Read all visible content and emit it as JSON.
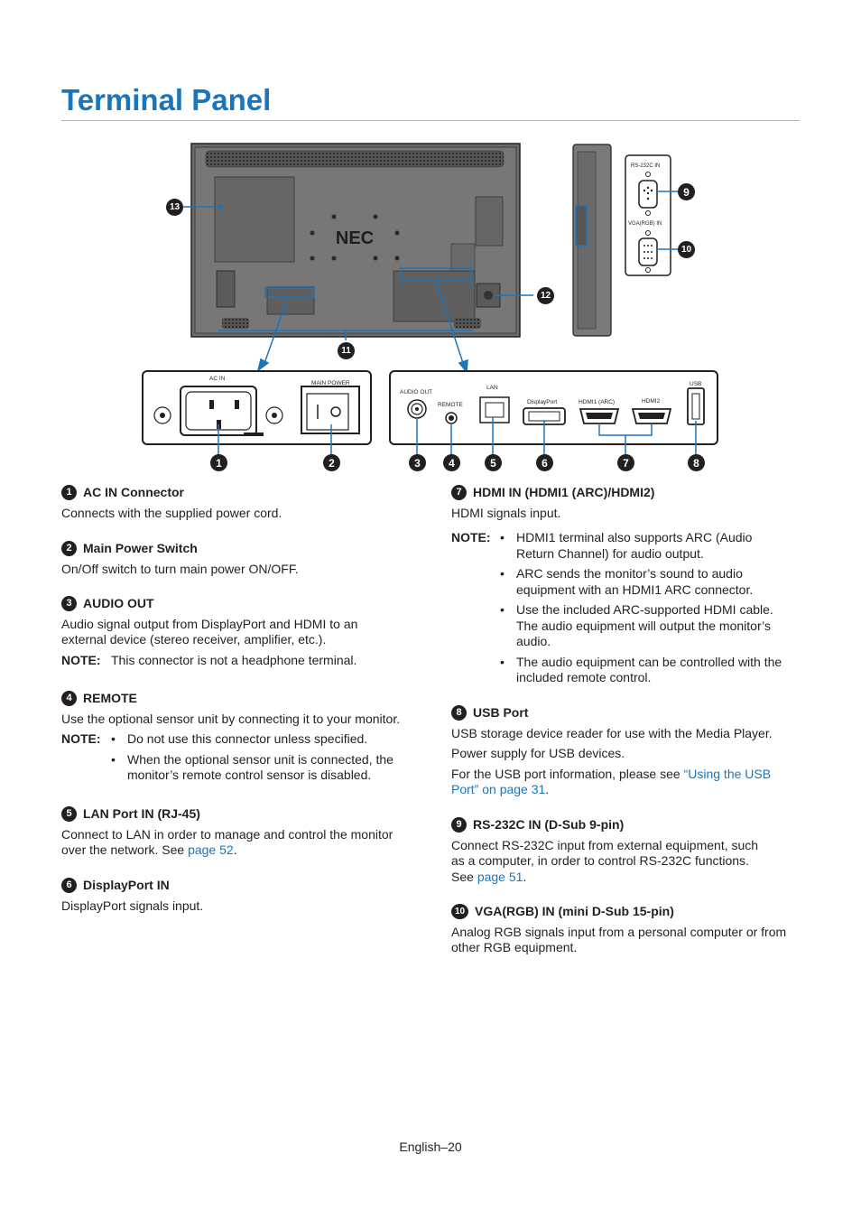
{
  "page": {
    "title": "Terminal Panel",
    "footer": "English–20"
  },
  "diagram": {
    "panel_labels": {
      "ac_in": "AC IN",
      "main_power": "MAIN POWER",
      "audio_out": "AUDIO OUT",
      "remote": "REMOTE",
      "lan": "LAN",
      "displayport": "DisplayPort",
      "hdmi1": "HDMI1 (ARC)",
      "hdmi2": "HDMI2",
      "usb": "USB",
      "rs232c": "RS-232C IN",
      "vga": "VGA(RGB) IN",
      "brand": "NEC"
    },
    "markers": [
      "1",
      "2",
      "3",
      "4",
      "5",
      "6",
      "7",
      "8",
      "9",
      "10",
      "11",
      "12",
      "13"
    ]
  },
  "sections": {
    "s1": {
      "num": "1",
      "title": "AC IN Connector",
      "body": "Connects with the supplied power cord."
    },
    "s2": {
      "num": "2",
      "title": "Main Power Switch",
      "body": "On/Off switch to turn main power ON/OFF."
    },
    "s3": {
      "num": "3",
      "title": "AUDIO OUT",
      "body": "Audio signal output from DisplayPort and HDMI to an external device (stereo receiver, amplifier, etc.).",
      "note_label": "NOTE:",
      "note": "This connector is not a headphone terminal."
    },
    "s4": {
      "num": "4",
      "title": "REMOTE",
      "body": "Use the optional sensor unit by connecting it to your monitor.",
      "note_label": "NOTE:",
      "bullets": [
        "Do not use this connector unless specified.",
        "When the optional sensor unit is connected, the monitor’s remote control sensor is disabled."
      ]
    },
    "s5": {
      "num": "5",
      "title": "LAN Port IN (RJ-45)",
      "body": "Connect to LAN in order to manage and control the monitor over the network. See ",
      "link": "page 52",
      "tail": "."
    },
    "s6": {
      "num": "6",
      "title": "DisplayPort IN",
      "body": "DisplayPort signals input."
    },
    "s7": {
      "num": "7",
      "title": "HDMI IN (HDMI1 (ARC)/HDMI2)",
      "body": "HDMI signals input.",
      "note_label": "NOTE:",
      "bullets": [
        "HDMI1 terminal also supports ARC (Audio Return Channel) for audio output.",
        "ARC sends the monitor’s sound to audio equipment with an HDMI1 ARC connector.",
        "Use the included ARC-supported HDMI cable. The audio equipment will output the monitor’s audio.",
        "The audio equipment can be controlled with the included remote control."
      ]
    },
    "s8": {
      "num": "8",
      "title": "USB Port",
      "body1": "USB storage device reader for use with the Media Player.",
      "body2": "Power supply for USB devices.",
      "body3": "For the USB port information, please see ",
      "link": "“Using the USB Port” on page 31",
      "tail": "."
    },
    "s9": {
      "num": "9",
      "title": "RS-232C IN (D-Sub 9-pin)",
      "body": "Connect RS-232C input from external equipment, such as a computer, in order to control RS-232C functions. See ",
      "link": "page 51",
      "tail": "."
    },
    "s10": {
      "num": "10",
      "title": "VGA(RGB) IN (mini D-Sub 15-pin)",
      "body": "Analog RGB signals input from a personal computer or from other RGB equipment."
    }
  }
}
